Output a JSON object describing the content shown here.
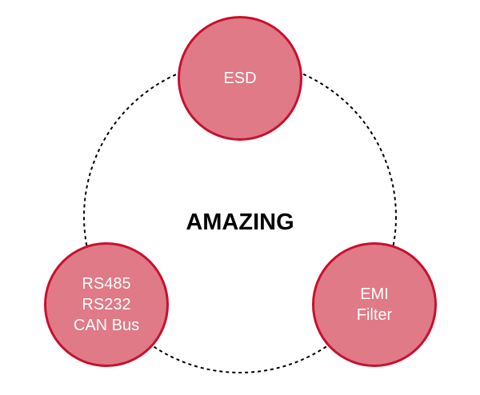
{
  "title": "AMAZING",
  "nodes": [
    {
      "id": "esd",
      "lines": [
        "ESD"
      ]
    },
    {
      "id": "comm",
      "lines": [
        "RS485",
        "RS232",
        "CAN Bus"
      ]
    },
    {
      "id": "emi",
      "lines": [
        "EMI",
        "Filter"
      ]
    }
  ],
  "colors": {
    "node_fill": "#df7a86",
    "node_border": "#c8102e",
    "ring_stroke": "#000000",
    "title": "#000000",
    "node_text": "#ffffff"
  }
}
